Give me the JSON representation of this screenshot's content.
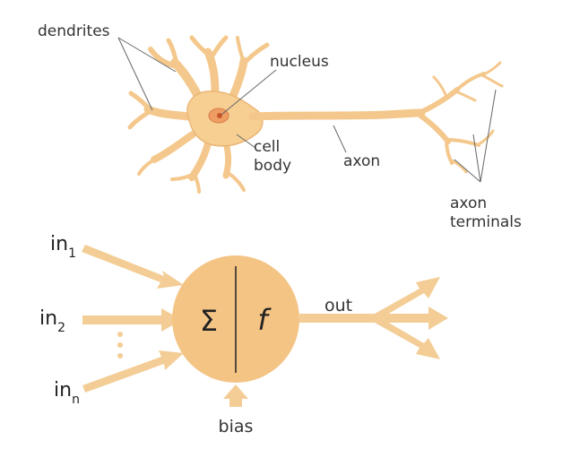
{
  "neuron": {
    "labels": {
      "dendrites": "dendrites",
      "nucleus": "nucleus",
      "cell": "cell",
      "body": "body",
      "axon": "axon",
      "axon_terminals_1": "axon",
      "axon_terminals_2": "terminals"
    }
  },
  "perceptron": {
    "inputs": [
      {
        "base": "in",
        "sub": "1"
      },
      {
        "base": "in",
        "sub": "2"
      },
      {
        "base": "in",
        "sub": "n"
      }
    ],
    "sum_symbol": "Σ",
    "activation_symbol": "f",
    "output_label": "out",
    "bias_label": "bias"
  },
  "colors": {
    "cell_fill": "#f7cf93",
    "cell_stroke": "#e5a95e",
    "nucleus_fill": "#ee9d63",
    "arrow": "#f3cd95",
    "node_fill": "#f4c485"
  }
}
